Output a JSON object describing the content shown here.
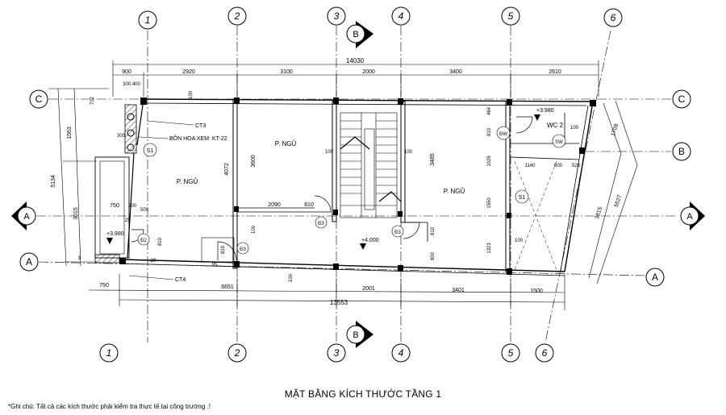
{
  "title": "MẶT BẰNG KÍCH THƯỚC TẦNG 1",
  "note": "*Ghi chú: Tất cả các kích thước phải kiểm tra thực tế tại công trường .!",
  "grid_columns": [
    "1",
    "2",
    "3",
    "4",
    "5",
    "6"
  ],
  "grid_rows": [
    "A",
    "B",
    "C"
  ],
  "top_dims": {
    "overall": "14030",
    "segments": [
      "900",
      "2920",
      "3100",
      "2000",
      "3400",
      "2610"
    ]
  },
  "bottom_dims": {
    "overall": "13553",
    "segments": [
      "750",
      "6651",
      "2001",
      "3401",
      "1500"
    ]
  },
  "left_dims": [
    "5134",
    "1563",
    "3015",
    "702",
    "3"
  ],
  "right_dims": [
    "1709",
    "5527",
    "3815"
  ],
  "rooms": {
    "left_bedroom": "P. NGỦ",
    "middle_bedroom": "P. NGỦ",
    "right_bedroom": "P. NGỦ",
    "wc": "WC 2"
  },
  "tags": {
    "s1": "S1",
    "d2": "Đ2",
    "d3": "Đ3",
    "dw": "ĐW",
    "sw": "SW"
  },
  "labels": {
    "ct3": "CT3",
    "ct4": "CT4",
    "planter": "BỒN HOA XEM: KT-22",
    "level_wc": "+3.980",
    "level_left": "+3.980",
    "level_stair": "+4.000"
  },
  "inner_dims": {
    "d300_400": "300,400",
    "d300": "300",
    "d100": "100",
    "d4072": "4072",
    "d3600": "3600",
    "d3485": "3485",
    "d2090": "2090",
    "d810": "810",
    "d750": "750",
    "d200": "200",
    "d500": "500",
    "d800": "800",
    "d464": "464",
    "d1025": "1025",
    "d1550": "1550",
    "d1323": "1323",
    "d1140": "1140",
    "d600": "600",
    "d526": "526",
    "d25": "25",
    "d95": "95",
    "d29": "29"
  }
}
